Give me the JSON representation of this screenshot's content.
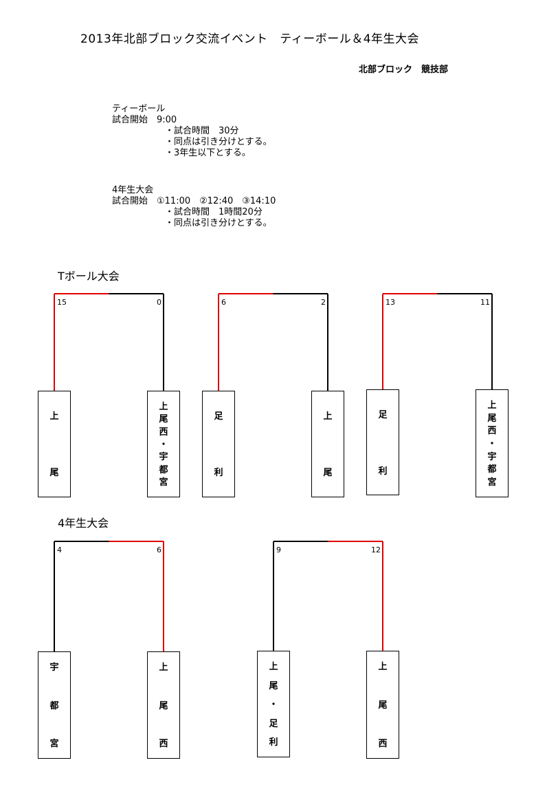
{
  "header": {
    "title": "2013年北部ブロック交流イベント　ティーボール＆4年生大会",
    "org": "北部ブロック　競技部"
  },
  "info": {
    "tball": {
      "name": "ティーボール",
      "start": "試合開始　9:00",
      "rules": [
        "・試合時間　30分",
        "・同点は引き分けとする。",
        "・3年生以下とする。"
      ]
    },
    "grade4": {
      "name": "4年生大会",
      "start": "試合開始　①11:00　②12:40　③14:10",
      "rules": [
        "・試合時間　1時間20分",
        "・同点は引き分けとする。"
      ]
    }
  },
  "sections": {
    "tball_title": "Tボール大会",
    "grade4_title": "4年生大会"
  },
  "matches": [
    {
      "section": "tball",
      "left_team": "上\n\n尾",
      "right_team": "上\n尾\n西\n・\n宇\n都\n宮",
      "left_score": "15",
      "right_score": "0",
      "winner": "left"
    },
    {
      "section": "tball",
      "left_team": "足\n\n利",
      "right_team": "上\n\n尾",
      "left_score": "6",
      "right_score": "2",
      "winner": "left"
    },
    {
      "section": "tball",
      "left_team": "足\n\n利",
      "right_team": "上\n尾\n西\n・\n宇\n都\n宮",
      "left_score": "13",
      "right_score": "11",
      "winner": "left"
    },
    {
      "section": "grade4",
      "left_team": "宇\n\n都\n\n宮",
      "right_team": "上\n\n尾\n\n西",
      "left_score": "4",
      "right_score": "6",
      "winner": "right"
    },
    {
      "section": "grade4",
      "left_team": "上\n尾\n・\n足\n利",
      "right_team": "上\n\n尾\n\n西",
      "left_score": "9",
      "right_score": "12",
      "winner": "right"
    }
  ],
  "colors": {
    "win_line": "#e00000",
    "lose_line": "#000000"
  }
}
